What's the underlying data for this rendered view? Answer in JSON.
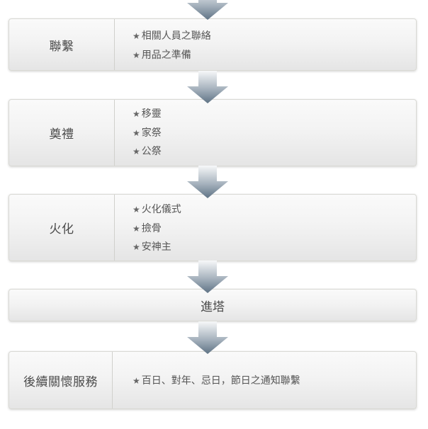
{
  "steps": [
    {
      "label": "聯繫",
      "items": [
        "相關人員之聯絡",
        "用品之準備"
      ]
    },
    {
      "label": "奠禮",
      "items": [
        "移靈",
        "家祭",
        "公祭"
      ]
    },
    {
      "label": "火化",
      "items": [
        "火化儀式",
        "撿骨",
        "安神主"
      ]
    },
    {
      "label": "進塔",
      "items": []
    },
    {
      "label": "後續關懷服務",
      "items": [
        "百日、對年、忌日，節日之通知聯繫"
      ]
    }
  ],
  "bullet_symbol": "★",
  "colors": {
    "arrow_top": "#f4f6f8",
    "arrow_bottom": "#6a7d8f",
    "box_top": "#fafafa",
    "box_bottom": "#e5e5e5",
    "text": "#4a4a4a"
  },
  "icons": {
    "arrow": "down-arrow-icon",
    "bullet": "star-icon"
  }
}
